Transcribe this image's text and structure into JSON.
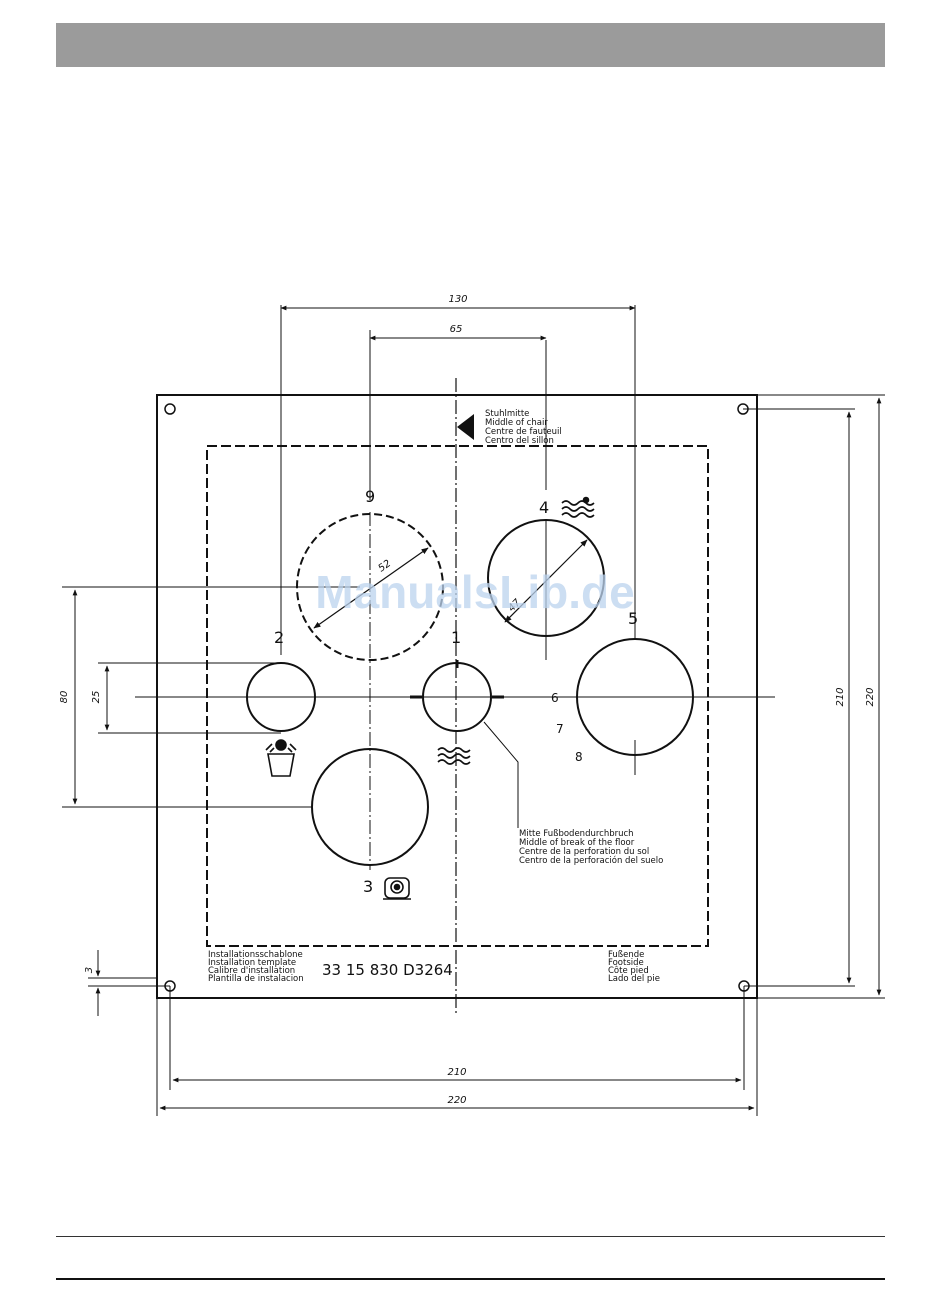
{
  "watermark": "ManualsLib.de",
  "template": {
    "chair_center_label": [
      "Stuhlmitte",
      "Middle of chair",
      "Centre de fauteuil",
      "Centro del sillón"
    ],
    "floor_center_label": [
      "Mitte Fußbodendurchbruch",
      "Middle of break of the floor",
      "Centre de la perforation du sol",
      "Centro de la perforación del suelo"
    ],
    "title_label": [
      "Installationsschablone",
      "Installation template",
      "Calibre d'installation",
      "Plantilla de instalacion"
    ],
    "part_number": "33 15 830 D3264",
    "foot_end_label": [
      "Fußende",
      "Footside",
      "Côte pied",
      "Lado del pie"
    ],
    "opening_numbers": [
      "1",
      "2",
      "3",
      "4",
      "5",
      "6",
      "7",
      "8",
      "9"
    ],
    "hole_diameter_labels": [
      "52",
      "47"
    ]
  },
  "dimensions": {
    "top_outer": "130",
    "top_inner": "65",
    "left_outer": "80",
    "left_inner": "25",
    "left_small": "3",
    "right_inner": "210",
    "right_outer": "220",
    "bottom_inner": "210",
    "bottom_outer": "220"
  },
  "icons": [
    "water-waves-icon",
    "water-with-dot-icon",
    "patient-chair-icon",
    "camera-unit-icon",
    "chair-center-arrow-icon"
  ]
}
